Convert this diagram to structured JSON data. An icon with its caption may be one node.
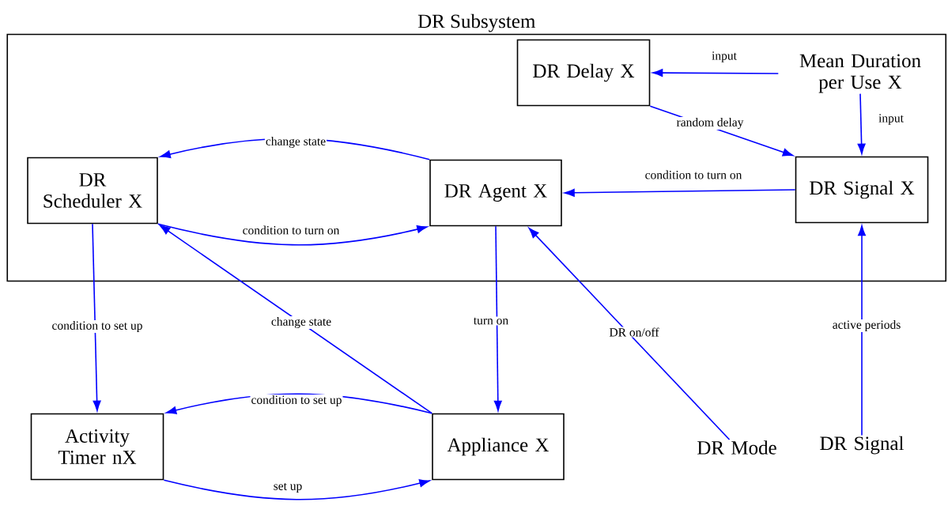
{
  "diagram": {
    "nodes": [
      {
        "text": [
          "DR Subsystem"
        ]
      },
      {
        "text": [
          "DR Delay X"
        ],
        "in": 0
      },
      {
        "text": [
          "Mean Duration per Use X"
        ],
        "in": 0
      },
      {
        "text": [
          "DR Scheduler X"
        ],
        "in": 0
      },
      {
        "text": [
          "DR Agent X"
        ],
        "in": 0
      },
      {
        "text": [
          "DR Signal X"
        ],
        "in": 0
      },
      {
        "text": [
          "Activity Timer nX"
        ]
      },
      {
        "text": [
          "Appliance X"
        ]
      },
      {
        "text": [
          "DR Mode"
        ]
      },
      {
        "text": [
          "DR Signal"
        ]
      }
    ],
    "edges": [
      {
        "from": 2,
        "to": 1,
        "arrow": "to",
        "label": "input"
      },
      {
        "from": 1,
        "to": 5,
        "arrow": "to",
        "label": "random delay"
      },
      {
        "from": 2,
        "to": 5,
        "arrow": "to",
        "label": "input"
      },
      {
        "from": 5,
        "to": 4,
        "arrow": "to",
        "label": "condition to turn on"
      },
      {
        "from": 4,
        "to": 3,
        "arrow": "to",
        "label": "change state"
      },
      {
        "from": 3,
        "to": 4,
        "arrow": "to",
        "label": "condition to turn on"
      },
      {
        "from": 3,
        "to": 6,
        "arrow": "to",
        "label": "condition to set up"
      },
      {
        "from": 7,
        "to": 3,
        "arrow": "to",
        "label": "change state"
      },
      {
        "from": 4,
        "to": 7,
        "arrow": "to",
        "label": "turn on"
      },
      {
        "from": 8,
        "to": 4,
        "arrow": "to",
        "label": "DR on/off"
      },
      {
        "from": 9,
        "to": 5,
        "arrow": "to",
        "label": "active periods"
      },
      {
        "from": 7,
        "to": 6,
        "arrow": "to",
        "label": "condition to set up"
      },
      {
        "from": 6,
        "to": 7,
        "arrow": "to",
        "label": "set up"
      }
    ]
  }
}
